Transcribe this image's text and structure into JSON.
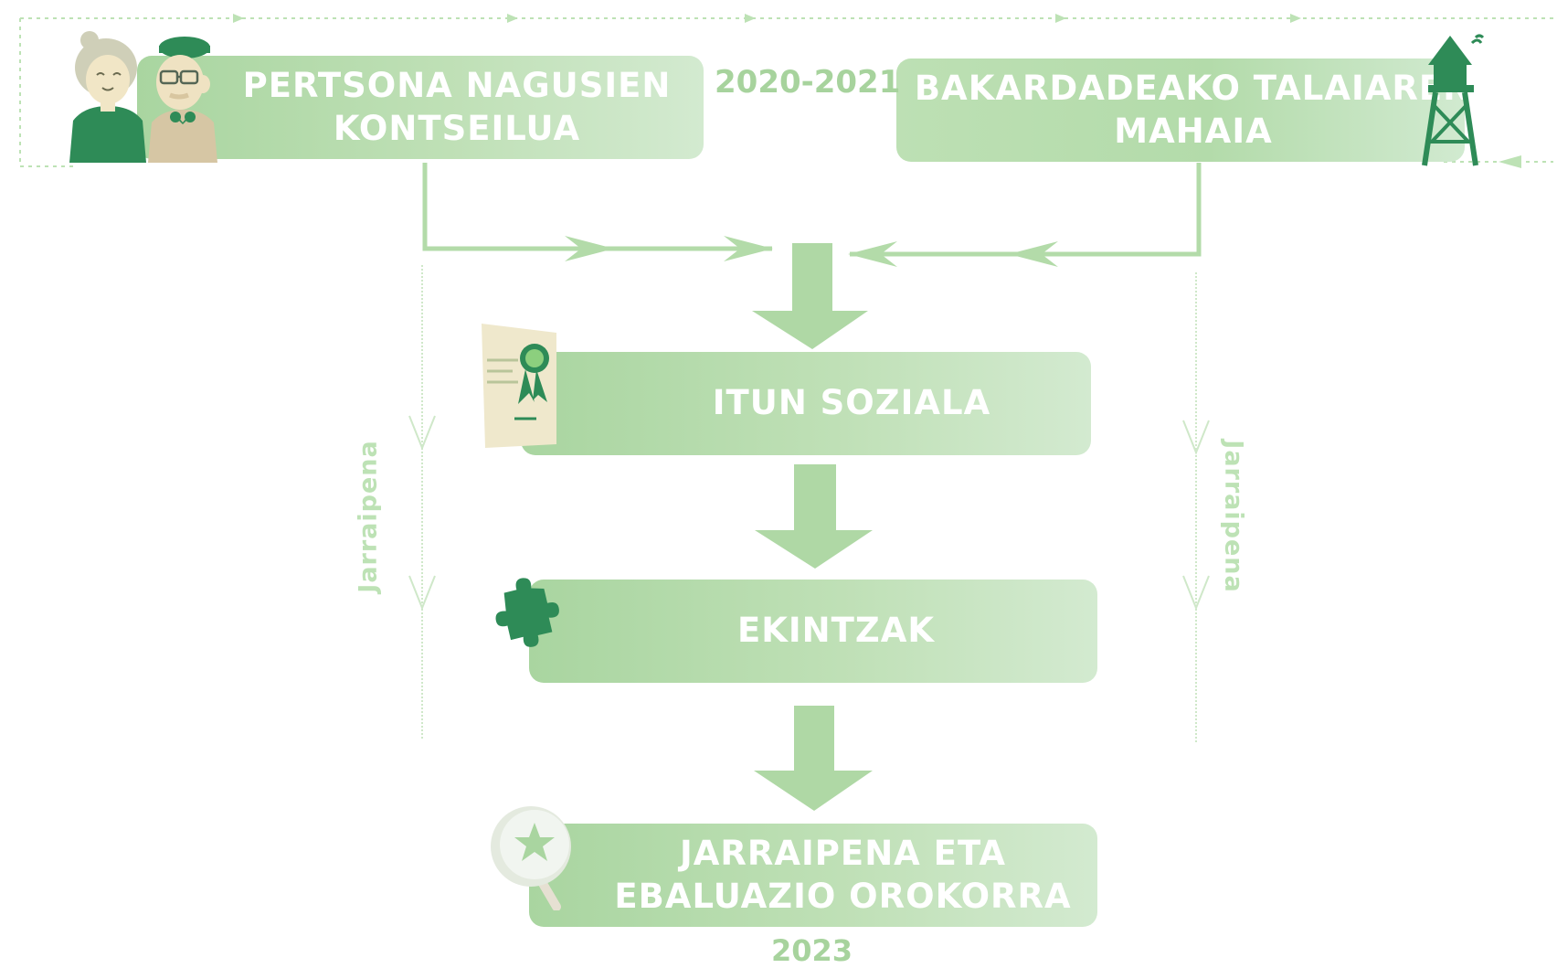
{
  "nodes": {
    "seniors_council": {
      "line1": "PERTSONA NAGUSIEN",
      "line2": "KONTSEILUA"
    },
    "loneliness_table": {
      "line1": "BAKARDADEAKO TALAIAREN",
      "line2": "MAHAIA"
    },
    "social_pact": {
      "label": "ITUN SOZIALA"
    },
    "actions": {
      "label": "EKINTZAK"
    },
    "evaluation": {
      "line1": "JARRAIPENA ETA",
      "line2": "EBALUAZIO OROKORRA"
    }
  },
  "years": {
    "top": "2020-2021",
    "bottom": "2023"
  },
  "side_labels": {
    "left": "Jarraipena",
    "right": "Jarraipena"
  },
  "icons": [
    "elderly-couple-icon",
    "watchtower-icon",
    "certificate-icon",
    "puzzle-piece-icon",
    "magnifier-star-icon"
  ],
  "colors": {
    "accent_dark": "#2e8b57",
    "box_light": "#bfe0b6",
    "arrow": "#b0d9a6",
    "paper": "#efe8cc"
  }
}
